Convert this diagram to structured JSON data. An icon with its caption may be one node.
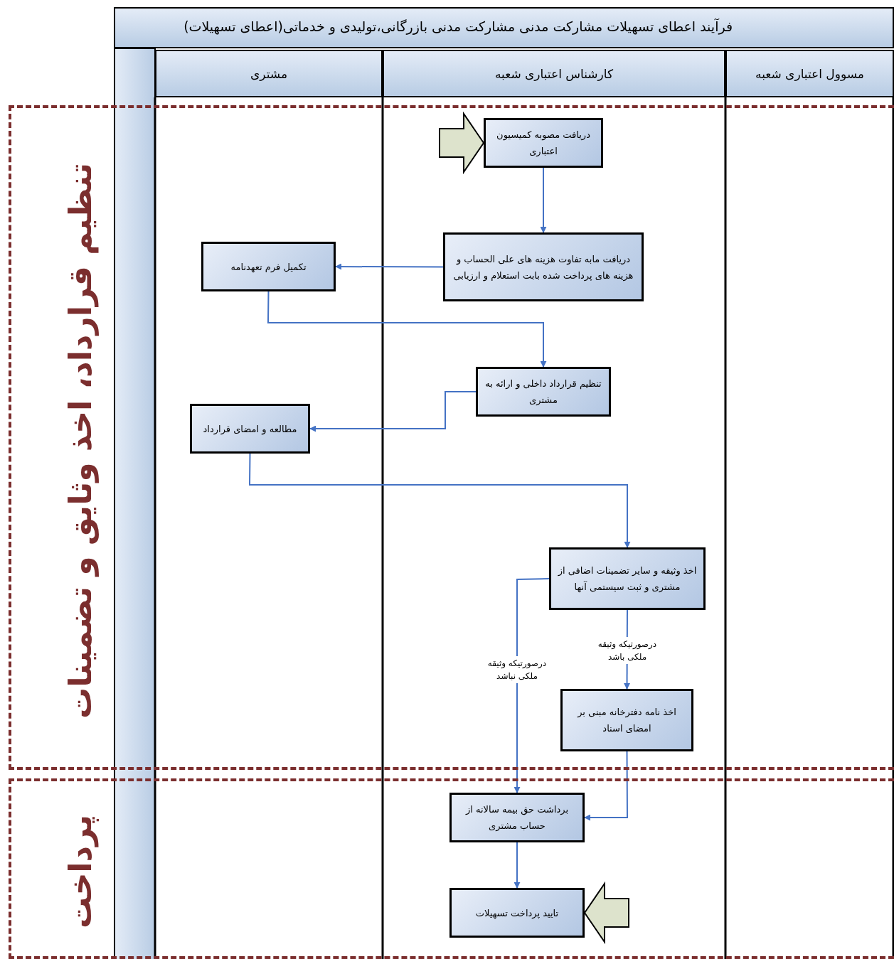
{
  "diagram": {
    "title": "فرآیند اعطای تسهیلات مشارکت مدنی مشارکت مدنی بازرگانی،تولیدی و خدماتی(اعطای تسهیلات)",
    "nodes": [
      {
        "text": [
          "مشتری"
        ]
      },
      {
        "text": [
          "کارشناس اعتباری شعبه"
        ]
      },
      {
        "text": [
          "مسوول اعتباری شعبه"
        ]
      },
      {
        "text": [
          "تنظیم قرارداد، اخذ وثایق و تضمینات"
        ]
      },
      {
        "text": [
          "پرداخت"
        ]
      },
      {
        "text": [
          "دریافت مصوبه کمیسیون اعتباری"
        ],
        "in": 3
      },
      {
        "text": [
          "دریافت مابه تفاوت هزینه های علی الحساب و هزینه های پرداخت شده بابت استعلام و ارزیابی"
        ],
        "in": 3
      },
      {
        "text": [
          "تکمیل فرم تعهدنامه"
        ],
        "in": 3
      },
      {
        "text": [
          "تنظیم قرارداد داخلی و ارائه به مشتری"
        ],
        "in": 3
      },
      {
        "text": [
          "مطالعه و امضای قرارداد"
        ],
        "in": 3
      },
      {
        "text": [
          "اخذ وثیقه و سایر تضمینات اضافی از مشتری و ثبت سیستمی آنها"
        ],
        "in": 3
      },
      {
        "text": [
          "اخذ نامه دفترخانه مبنی بر امضای اسناد"
        ],
        "in": 3
      },
      {
        "text": [
          "برداشت حق بیمه سالانه از حساب مشتری"
        ],
        "in": 4
      },
      {
        "text": [
          "تایید پرداخت تسهیلات"
        ],
        "in": 4
      }
    ],
    "edges": [
      {
        "from": null,
        "to": 5,
        "arrow": "to"
      },
      {
        "from": 5,
        "to": 6,
        "arrow": "to"
      },
      {
        "from": 6,
        "to": 7,
        "arrow": "to"
      },
      {
        "from": 7,
        "to": 8,
        "arrow": "to"
      },
      {
        "from": 8,
        "to": 9,
        "arrow": "to"
      },
      {
        "from": 9,
        "to": 10,
        "arrow": "to"
      },
      {
        "from": 10,
        "to": 11,
        "arrow": "to",
        "label": "درصورتیکه وثیقه ملکی باشد"
      },
      {
        "from": 10,
        "to": 12,
        "arrow": "to",
        "label": "درصورتیکه وثیقه ملکی نباشد"
      },
      {
        "from": 11,
        "to": 12,
        "arrow": "to"
      },
      {
        "from": 12,
        "to": 13,
        "arrow": "to"
      },
      {
        "from": null,
        "to": 13,
        "arrow": "to"
      }
    ]
  }
}
